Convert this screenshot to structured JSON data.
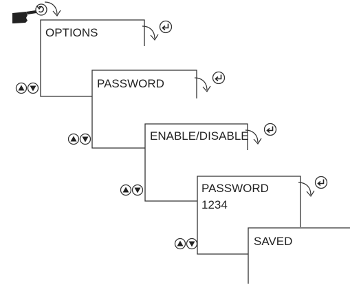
{
  "screens": [
    {
      "id": "options",
      "lines": [
        "OPTIONS"
      ]
    },
    {
      "id": "password",
      "lines": [
        "PASSWORD"
      ]
    },
    {
      "id": "enable-disable",
      "lines": [
        "ENABLE/DISABLE"
      ]
    },
    {
      "id": "password-entry",
      "lines": [
        "PASSWORD",
        "1234"
      ]
    },
    {
      "id": "saved",
      "lines": [
        "SAVED"
      ]
    }
  ],
  "icons": {
    "start": "pointing-hand-icon",
    "back": "back-arrow-icon",
    "enter": "enter-icon",
    "navigate": [
      "up-arrow-icon",
      "down-arrow-icon"
    ],
    "transition": "curved-arrow-icon"
  },
  "colors": {
    "line": "#333333",
    "icon_fill": "#222222",
    "text": "#222222"
  }
}
